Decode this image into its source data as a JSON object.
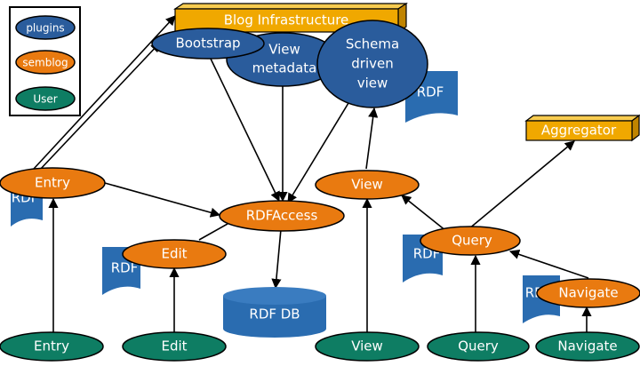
{
  "colors": {
    "plugin": "#2a5c9c",
    "semblog": "#e97a10",
    "user": "#0e7d63",
    "infrastructure": "#f0a800",
    "rdf_doc": "#2a6cb0",
    "outline": "#000000"
  },
  "legend": {
    "plugins": "plugins",
    "semblog": "semblog",
    "user": "User"
  },
  "infrastructure": {
    "blog": "Blog Infrastructure",
    "aggregator": "Aggregator"
  },
  "plugins": {
    "bootstrap": "Bootstrap",
    "view_metadata_line1": "View",
    "view_metadata_line2": "metadata",
    "schema_line1": "Schema",
    "schema_line2": "driven",
    "schema_line3": "view"
  },
  "semblog": {
    "entry": "Entry",
    "edit": "Edit",
    "rdfaccess": "RDFAccess",
    "view": "View",
    "query": "Query",
    "navigate": "Navigate"
  },
  "user": {
    "entry": "Entry",
    "edit": "Edit",
    "view": "View",
    "query": "Query",
    "navigate": "Navigate"
  },
  "rdf_docs": {
    "doc_top": "RDF",
    "doc_entry": "RDF",
    "doc_edit": "RDF",
    "doc_query": "RDF",
    "doc_navigate": "RDF"
  },
  "database": {
    "label": "RDF DB"
  }
}
